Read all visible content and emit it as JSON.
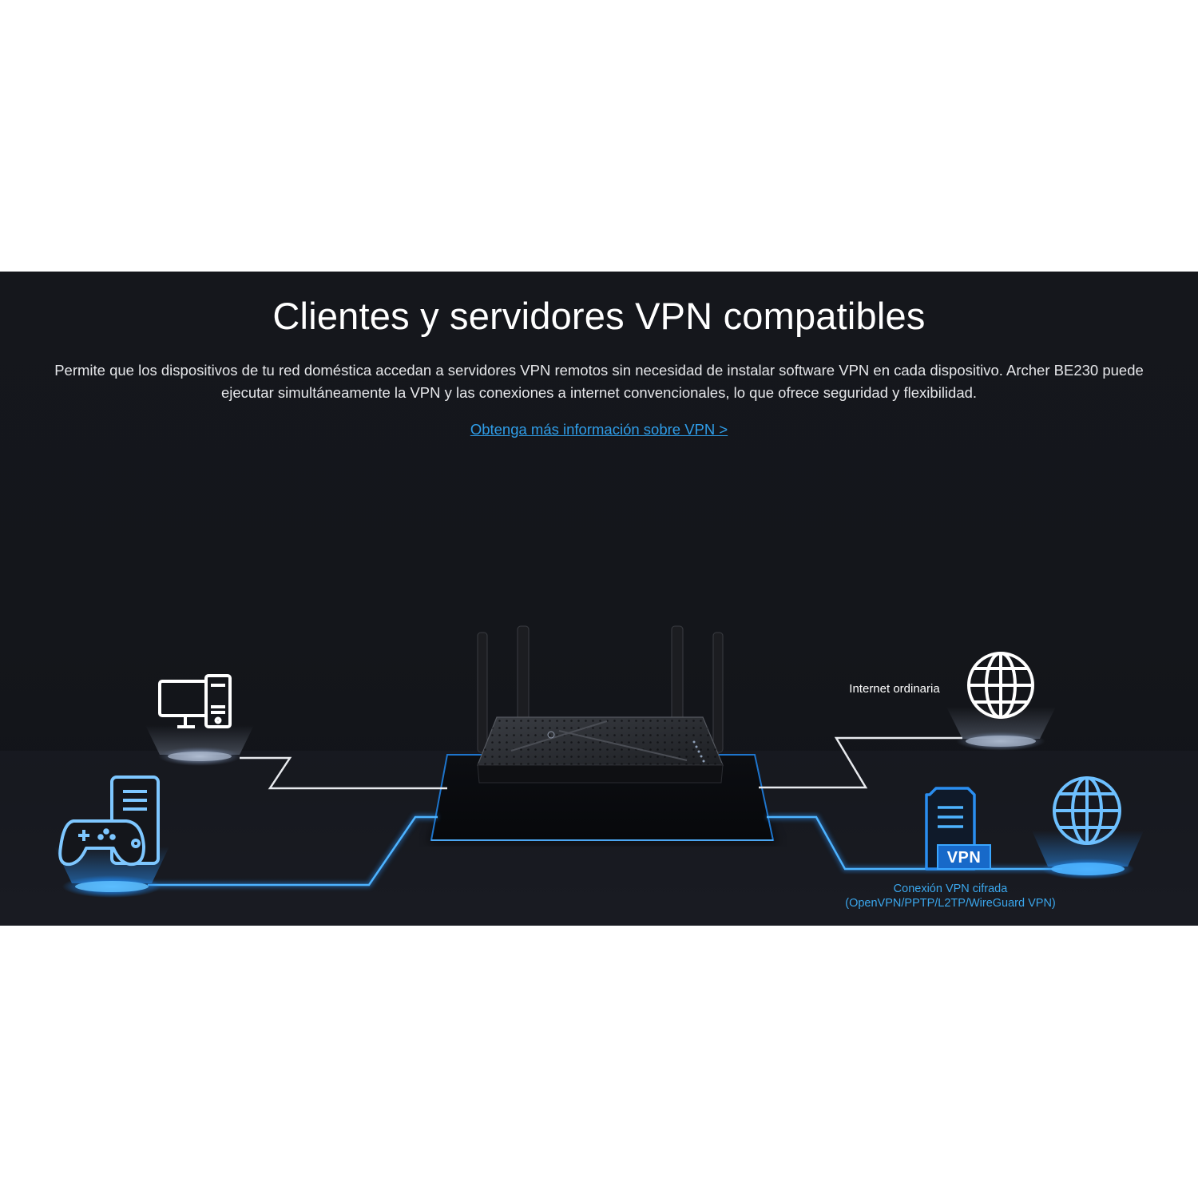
{
  "section": {
    "title": "Clientes y servidores VPN compatibles",
    "description": "Permite que los dispositivos de tu red doméstica accedan a servidores VPN remotos sin necesidad de instalar software VPN en cada dispositivo. Archer BE230 puede ejecutar simultáneamente la VPN y las conexiones a internet convencionales, lo que ofrece seguridad y flexibilidad.",
    "link_text": "Obtenga más información sobre VPN >"
  },
  "diagram": {
    "internet_label": "Internet ordinaria",
    "vpn_badge": "VPN",
    "vpn_label_line1": "Conexión VPN cifrada",
    "vpn_label_line2": "(OpenVPN/PPTP/L2TP/WireGuard VPN)",
    "icons": [
      "desktop-computer-icon",
      "game-console-icon",
      "router-image",
      "globe-icon",
      "vpn-server-icon"
    ]
  },
  "colors": {
    "background": "#14161b",
    "accent_blue": "#2f9de8",
    "glow_blue": "#1f7fe0",
    "line_white": "#e8eaee"
  }
}
